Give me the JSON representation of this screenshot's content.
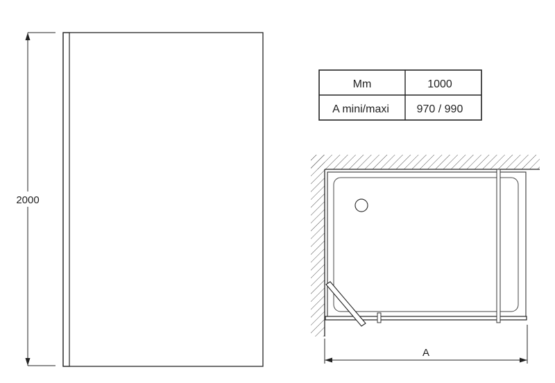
{
  "height_dimension": "2000",
  "spec_table": {
    "rows": [
      {
        "label": "Mm",
        "value": "1000"
      },
      {
        "label": "A mini/maxi",
        "value": "970 / 990"
      }
    ]
  },
  "plan_view": {
    "width_label": "A"
  }
}
